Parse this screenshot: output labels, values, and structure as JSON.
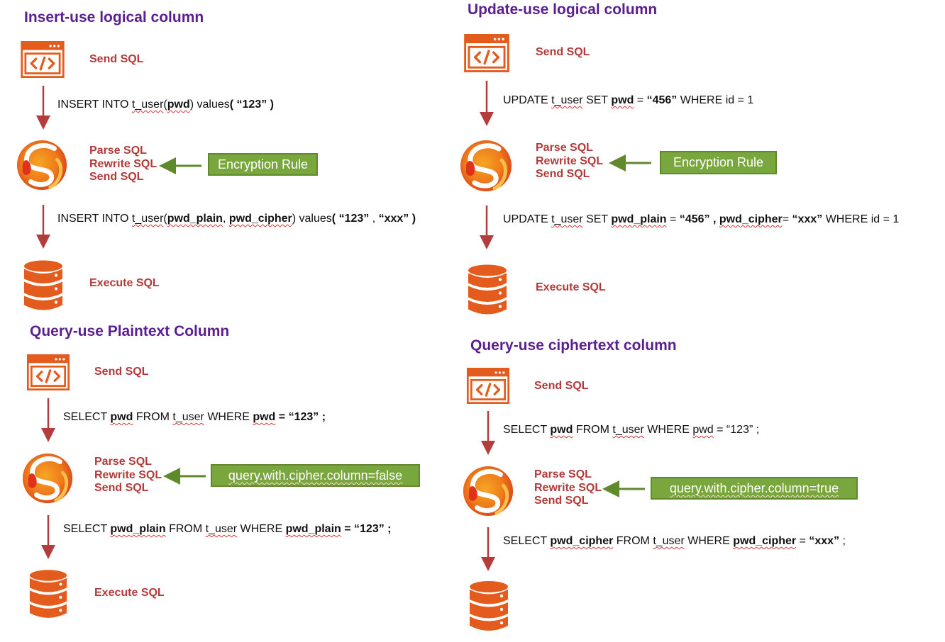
{
  "colors": {
    "title": "#5b1e8f",
    "step_text": "#b23a3a",
    "icon_orange": "#e35b1d",
    "arrow_red": "#b33d3d",
    "arrow_green": "#5f8a2c",
    "rule_box": "#7aa63e"
  },
  "icons": [
    "code-window-icon",
    "shardingsphere-logo-icon",
    "database-icon"
  ],
  "panels": [
    {
      "title": "Insert-use logical column",
      "send_sql": "Send SQL",
      "sql_before": [
        "INSERT INTO ",
        "t_user",
        "(",
        "pwd",
        ") values",
        "( ",
        "“123” )"
      ],
      "proxy_steps": [
        "Parse SQL",
        "Rewrite SQL",
        "Send SQL"
      ],
      "rule": "Encryption Rule",
      "sql_after": [
        "INSERT INTO ",
        "t_user",
        "(",
        "pwd_plain",
        ", ",
        "pwd_cipher",
        ") values",
        "( ",
        "“123”",
        " ,  ",
        "“xxx” )"
      ],
      "execute": "Execute SQL"
    },
    {
      "title": "Update-use logical column",
      "send_sql": "Send SQL",
      "sql_before": [
        "UPDATE ",
        "t_user",
        " SET ",
        "pwd",
        " =  ",
        "“456”",
        "  WHERE id = 1"
      ],
      "proxy_steps": [
        "Parse SQL",
        "Rewrite SQL",
        "Send SQL"
      ],
      "rule": "Encryption Rule",
      "sql_after": [
        "UPDATE ",
        "t_user",
        " SET ",
        "pwd_plain",
        " =  ",
        "“456” , ",
        "pwd_cipher",
        "=  ",
        "“xxx”",
        "   WHERE id = 1"
      ],
      "execute": "Execute SQL"
    },
    {
      "title": "Query-use Plaintext Column",
      "send_sql": "Send SQL",
      "sql_before": [
        "SELECT ",
        "pwd",
        " FROM ",
        "t_user",
        " WHERE ",
        "pwd",
        " =   ",
        "“123” ;"
      ],
      "proxy_steps": [
        "Parse SQL",
        "Rewrite SQL",
        "Send SQL"
      ],
      "rule": "query.with.cipher.column=false",
      "sql_after": [
        "SELECT ",
        "pwd_plain",
        " FROM ",
        "t_user",
        " WHERE ",
        "pwd_plain",
        " =   ",
        "“123” ;"
      ],
      "execute": "Execute SQL"
    },
    {
      "title": "Query-use ciphertext column",
      "send_sql": "Send SQL",
      "sql_before": [
        "SELECT ",
        "pwd",
        " FROM ",
        "t_user",
        " WHERE ",
        "pwd",
        " =   “123” ;"
      ],
      "proxy_steps": [
        "Parse SQL",
        "Rewrite SQL",
        "Send SQL"
      ],
      "rule": "query.with.cipher.column=true",
      "sql_after": [
        "SELECT ",
        "pwd_cipher",
        " FROM ",
        "t_user",
        " WHERE ",
        "pwd_cipher",
        " =   ",
        "“xxx”",
        "   ;"
      ],
      "execute": ""
    }
  ]
}
